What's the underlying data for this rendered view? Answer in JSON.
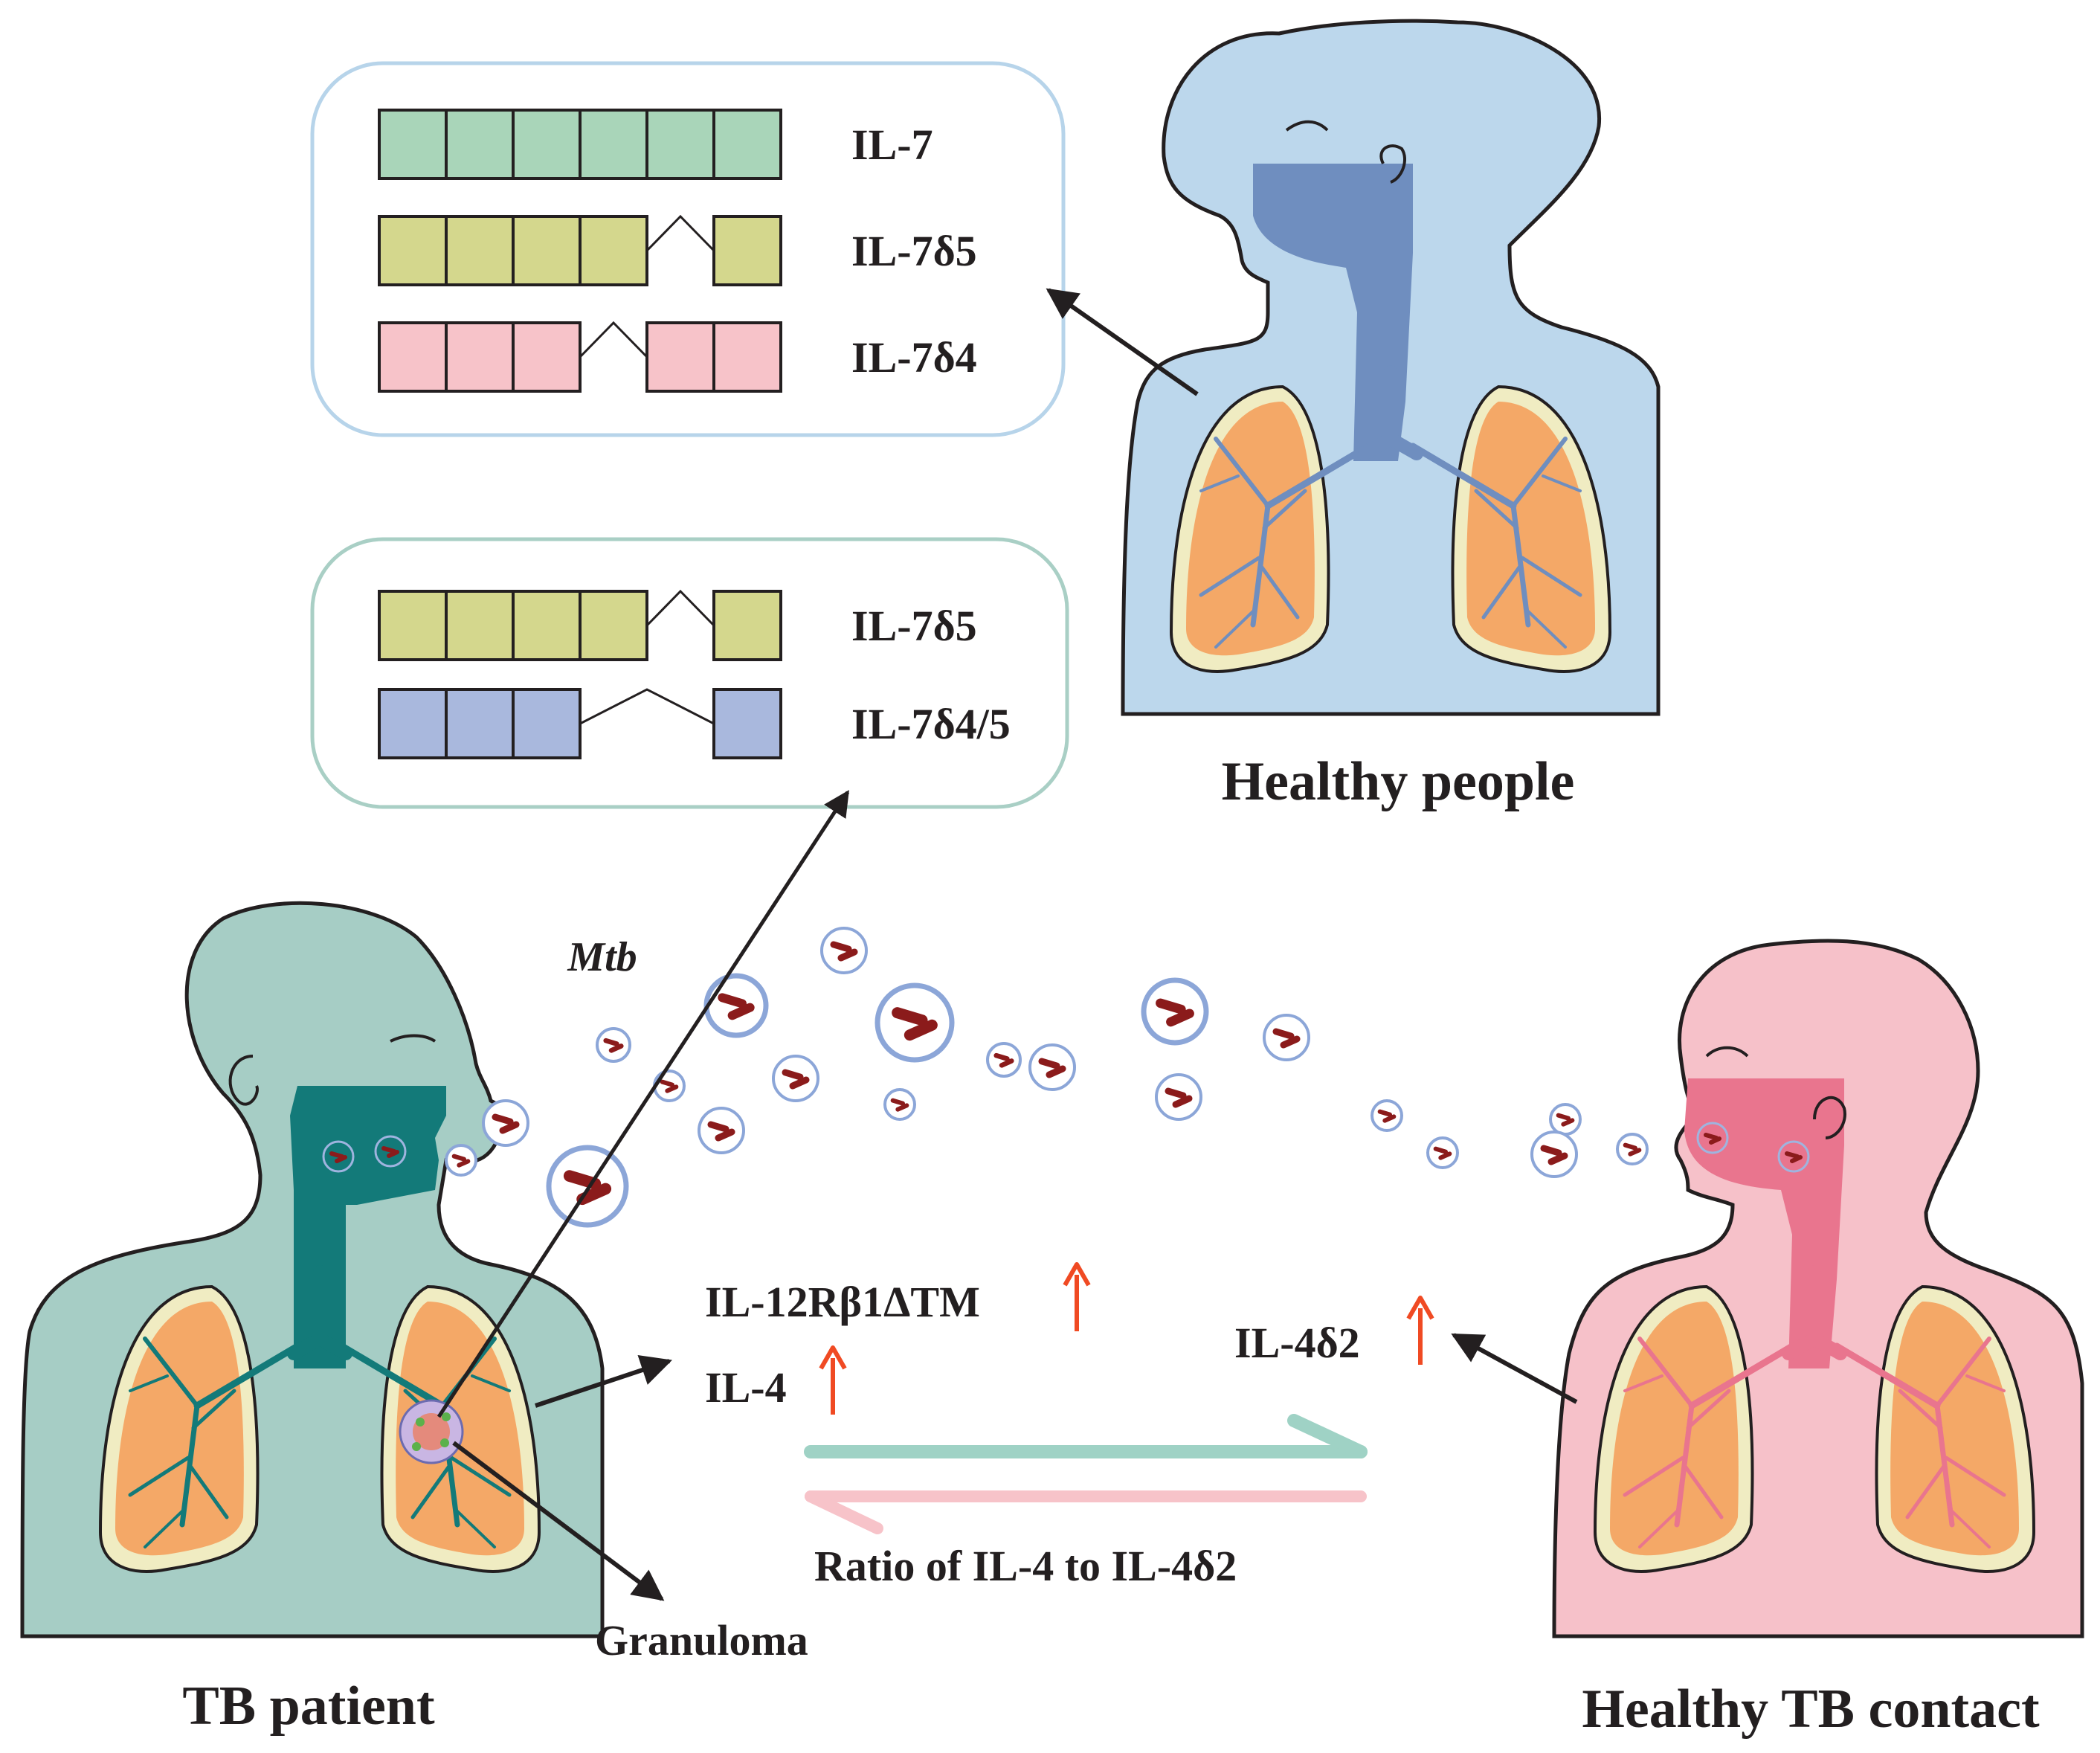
{
  "figure": {
    "panel_healthy": {
      "isoforms": [
        {
          "name": "IL-7",
          "color": "#a9d5b9",
          "exons": 6,
          "skipped": []
        },
        {
          "name": "IL-7δ5",
          "color": "#d4d78d",
          "exons": 6,
          "skipped": [
            5
          ]
        },
        {
          "name": "IL-7δ4",
          "color": "#f7c3c9",
          "exons": 6,
          "skipped": [
            4
          ]
        }
      ],
      "border_color": "#b7d4ea"
    },
    "panel_tb": {
      "isoforms": [
        {
          "name": "IL-7δ5",
          "color": "#d4d78d",
          "exons": 6,
          "skipped": [
            5
          ]
        },
        {
          "name": "IL-7δ4/5",
          "color": "#a9b8dd",
          "exons": 6,
          "skipped": [
            4,
            5
          ]
        }
      ],
      "border_color": "#a9cfc5"
    },
    "labels": {
      "healthy_people": "Healthy people",
      "tb_patient": "TB patient",
      "healthy_contact": "Healthy TB contact",
      "mtb": "Mtb",
      "granuloma": "Granuloma",
      "il12": "IL-12Rβ1ΔTM",
      "il4": "IL-4",
      "il4d2": "IL-4δ2",
      "ratio": "Ratio of IL-4 to IL-4δ2"
    },
    "colors": {
      "tb_body": "#a6cdc5",
      "tb_airway": "#137a79",
      "healthy_body": "#bcd7ec",
      "healthy_airway": "#6f8ebf",
      "contact_body": "#f6c1c9",
      "contact_airway": "#e9758e",
      "lung": "#f4a867",
      "lung_rim": "#f0ecc2",
      "up_arrow": "#f04a23",
      "bacterium": "#8b1b1b",
      "droplet_ring": "#8ca6d8",
      "ratio_green": "#9fd2c5",
      "ratio_pink": "#f7c3c9"
    }
  }
}
